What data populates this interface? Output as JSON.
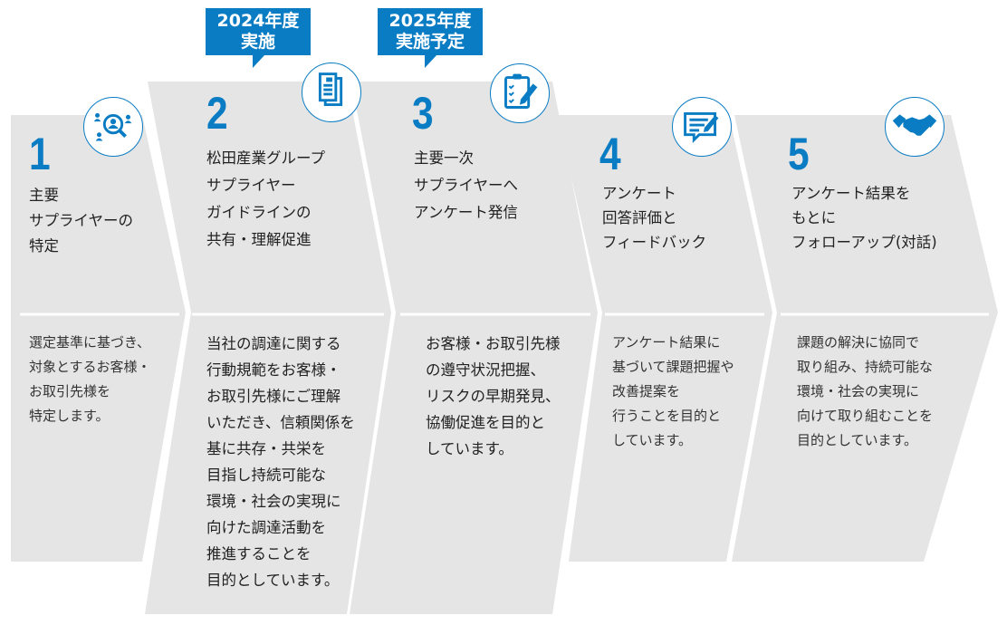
{
  "accent_color": "#0a7cc4",
  "panel_color": "#e5e5e5",
  "badges": [
    {
      "lines": [
        "2024年度",
        "実施"
      ]
    },
    {
      "lines": [
        "2025年度",
        "実施予定"
      ]
    }
  ],
  "steps": [
    {
      "number": "1",
      "icon": "people-search-icon",
      "title": [
        "主要",
        "サプライヤーの",
        "特定"
      ],
      "body": [
        "選定基準に基づき、",
        "対象とするお客様・",
        "お取引先様を",
        "特定します。"
      ]
    },
    {
      "number": "2",
      "icon": "documents-icon",
      "title": [
        "松田産業グループ",
        "サプライヤー",
        "ガイドラインの",
        "共有・理解促進"
      ],
      "body": [
        "当社の調達に関する",
        "行動規範をお客様・",
        "お取引先様にご理解",
        "いただき、信頼関係を",
        "基に共存・共栄を",
        "目指し持続可能な",
        "環境・社会の実現に",
        "向けた調達活動を",
        "推進することを",
        "目的としています。"
      ]
    },
    {
      "number": "3",
      "icon": "clipboard-checklist-icon",
      "title": [
        "主要一次",
        "サプライヤーへ",
        "アンケート発信"
      ],
      "body": [
        "お客様・お取引先様",
        "の遵守状況把握、",
        "リスクの早期発見、",
        "協働促進を目的と",
        "しています。"
      ]
    },
    {
      "number": "4",
      "icon": "feedback-message-icon",
      "title": [
        "アンケート",
        "回答評価と",
        "フィードバック"
      ],
      "body": [
        "アンケート結果に",
        "基づいて課題把握や",
        "改善提案を",
        "行うことを目的と",
        "しています。"
      ]
    },
    {
      "number": "5",
      "icon": "handshake-icon",
      "title": [
        "アンケート結果を",
        "もとに",
        "フォローアップ(対話)"
      ],
      "body": [
        "課題の解決に協同で",
        "取り組み、持続可能な",
        "環境・社会の実現に",
        "向けて取り組むことを",
        "目的としています。"
      ]
    }
  ]
}
